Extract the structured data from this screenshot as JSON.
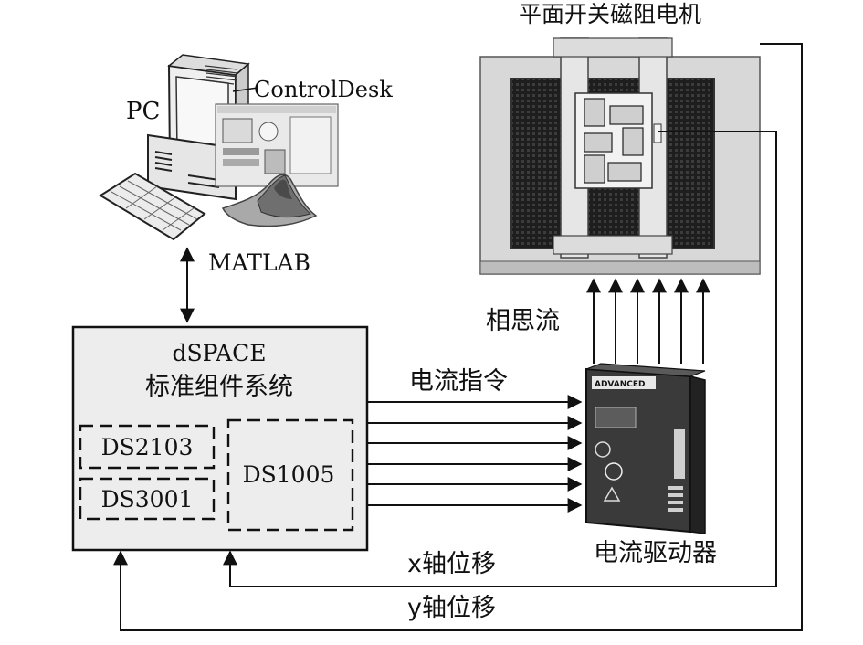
{
  "labels": {
    "motor_title": "平面开关磁阻电机",
    "pc": "PC",
    "controldesk": "ControlDesk",
    "matlab": "MATLAB",
    "dspace_line1": "dSPACE",
    "dspace_line2": "标准组件系统",
    "ds2103": "DS2103",
    "ds3001": "DS3001",
    "ds1005": "DS1005",
    "current_command": "电流指令",
    "phase_current": "相思流",
    "driver": "电流驱动器",
    "x_disp": "x轴位移",
    "y_disp": "y轴位移",
    "driver_brand": "ADVANCED"
  },
  "colors": {
    "line": "#111111",
    "box_fill": "#ededed",
    "motor_body": "#c9c9c9",
    "motor_dark": "#2a2a2a",
    "driver_body": "#3a3a3a"
  }
}
